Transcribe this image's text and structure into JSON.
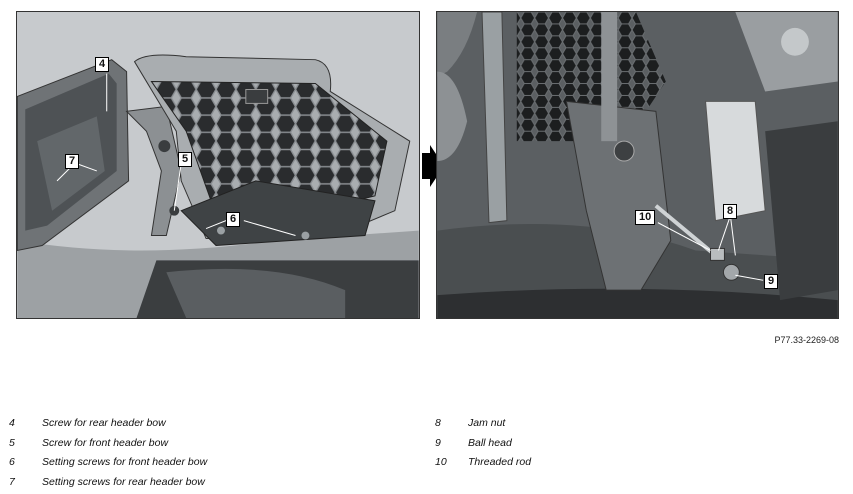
{
  "figure_reference": "P77.33-2269-08",
  "left_photo": {
    "callouts": [
      {
        "number": "4"
      },
      {
        "number": "7"
      },
      {
        "number": "5"
      },
      {
        "number": "6"
      }
    ]
  },
  "right_photo": {
    "callouts": [
      {
        "number": "10"
      },
      {
        "number": "8"
      },
      {
        "number": "9"
      }
    ]
  },
  "legend_left": [
    {
      "number": "4",
      "label": "Screw for rear header bow"
    },
    {
      "number": "5",
      "label": "Screw for front header bow"
    },
    {
      "number": "6",
      "label": "Setting screws for front header bow"
    },
    {
      "number": "7",
      "label": "Setting screws for rear header bow"
    }
  ],
  "legend_right": [
    {
      "number": "8",
      "label": "Jam nut"
    },
    {
      "number": "9",
      "label": "Ball head"
    },
    {
      "number": "10",
      "label": "Threaded rod"
    }
  ],
  "colors": {
    "arrow": "#000000",
    "callout_border": "#000000",
    "callout_background": "#ffffff"
  }
}
